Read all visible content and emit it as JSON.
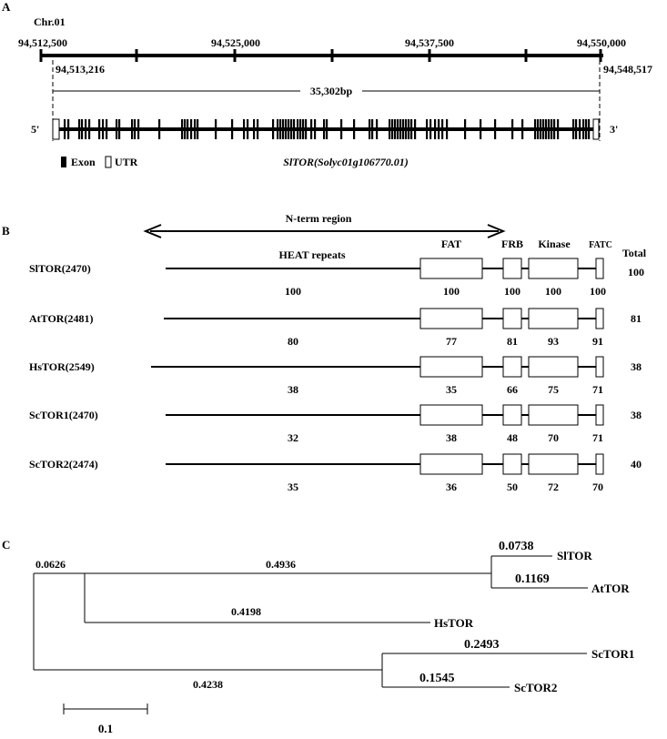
{
  "panelA": {
    "label": "A",
    "chrom": "Chr.01",
    "scale_ticks": [
      "94,512,500",
      "94,525,000",
      "94,537,500",
      "94,550,000"
    ],
    "gene_start": "94,513,216",
    "gene_end": "94,548,517",
    "gene_length": "35,302bp",
    "five_prime": "5'",
    "three_prime": "3'",
    "legend_exon": "Exon",
    "legend_utr": "UTR",
    "gene_name": "SlTOR(Solyc01g106770.01)"
  },
  "panelB": {
    "label": "B",
    "nterm_label": "N-term region",
    "heat_label": "HEAT repeats",
    "domain_labels": {
      "fat": "FAT",
      "frb": "FRB",
      "kinase": "Kinase",
      "fatc": "FATC",
      "total": "Total"
    },
    "proteins": [
      {
        "name": "SlTOR(2470)",
        "heat": "100",
        "fat": "100",
        "frb": "100",
        "kinase": "100",
        "fatc": "100",
        "total": "100"
      },
      {
        "name": "AtTOR(2481)",
        "heat": "80",
        "fat": "77",
        "frb": "81",
        "kinase": "93",
        "fatc": "91",
        "total": "81"
      },
      {
        "name": "HsTOR(2549)",
        "heat": "38",
        "fat": "35",
        "frb": "66",
        "kinase": "75",
        "fatc": "71",
        "total": "38"
      },
      {
        "name": "ScTOR1(2470)",
        "heat": "32",
        "fat": "38",
        "frb": "48",
        "kinase": "70",
        "fatc": "71",
        "total": "38"
      },
      {
        "name": "ScTOR2(2474)",
        "heat": "35",
        "fat": "36",
        "frb": "50",
        "kinase": "72",
        "fatc": "70",
        "total": "40"
      }
    ]
  },
  "panelC": {
    "label": "C",
    "taxa": {
      "sltor": "SlTOR",
      "attor": "AtTOR",
      "hstor": "HsTOR",
      "sctor1": "ScTOR1",
      "sctor2": "ScTOR2"
    },
    "branch_lengths": {
      "sltor": "0.0738",
      "attor": "0.1169",
      "plant_clade": "0.4936",
      "hstor": "0.4198",
      "inner": "0.0626",
      "sctor1": "0.2493",
      "sctor2": "0.1545",
      "yeast_clade": "0.4238"
    },
    "scale_bar": "0.1"
  }
}
